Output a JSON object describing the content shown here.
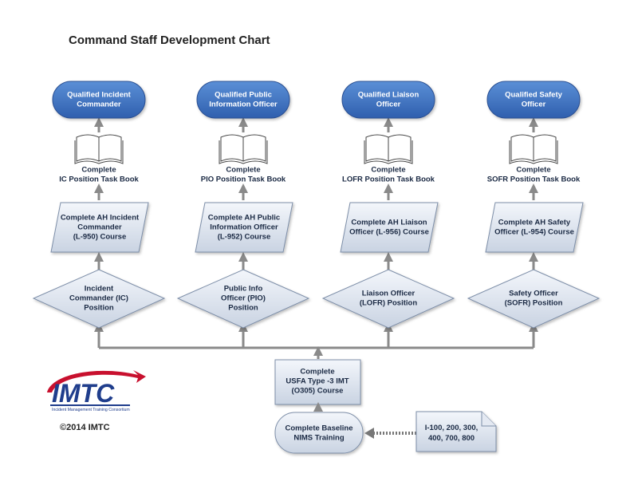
{
  "title": "Command Staff Development Chart",
  "copyright": "©2014 IMTC",
  "logo": {
    "name": "IMTC",
    "subtitle": "Incident Management Training Consortium",
    "colors": {
      "primary": "#1f3d8c",
      "swoosh": "#c8102e"
    }
  },
  "colors": {
    "goal_top": "#5b8fd6",
    "goal_bottom": "#2f5fae",
    "shape_top": "#f3f6fb",
    "shape_bottom": "#c9d3e2",
    "arrow": "#8a8a8a",
    "stroke": "#7d8ea8"
  },
  "tracks": [
    {
      "goal": [
        "Qualified Incident",
        "Commander"
      ],
      "taskbook": [
        "Complete",
        "IC Position Task Book"
      ],
      "course": [
        "Complete AH Incident",
        "Commander",
        "(L-950) Course"
      ],
      "position": [
        "Incident",
        "Commander (IC)",
        "Position"
      ]
    },
    {
      "goal": [
        "Qualified Public",
        "Information Officer"
      ],
      "taskbook": [
        "Complete",
        "PIO Position Task Book"
      ],
      "course": [
        "Complete AH Public",
        "Information Officer",
        "(L-952) Course"
      ],
      "position": [
        "Public Info",
        "Officer (PIO)",
        "Position"
      ]
    },
    {
      "goal": [
        "Qualified Liaison",
        "Officer"
      ],
      "taskbook": [
        "Complete",
        "LOFR Position Task Book"
      ],
      "course": [
        "Complete AH Liaison",
        "Officer (L-956) Course"
      ],
      "position": [
        "Liaison Officer",
        "(LOFR) Position"
      ]
    },
    {
      "goal": [
        "Qualified Safety",
        "Officer"
      ],
      "taskbook": [
        "Complete",
        "SOFR Position Task Book"
      ],
      "course": [
        "Complete AH Safety",
        "Officer (L-954) Course"
      ],
      "position": [
        "Safety Officer",
        "(SOFR) Position"
      ]
    }
  ],
  "imt_course": [
    "Complete",
    "USFA Type -3 IMT",
    "(O305) Course"
  ],
  "baseline": [
    "Complete Baseline",
    "NIMS Training"
  ],
  "prereq_note": [
    "I-100, 200, 300,",
    "400, 700, 800"
  ]
}
